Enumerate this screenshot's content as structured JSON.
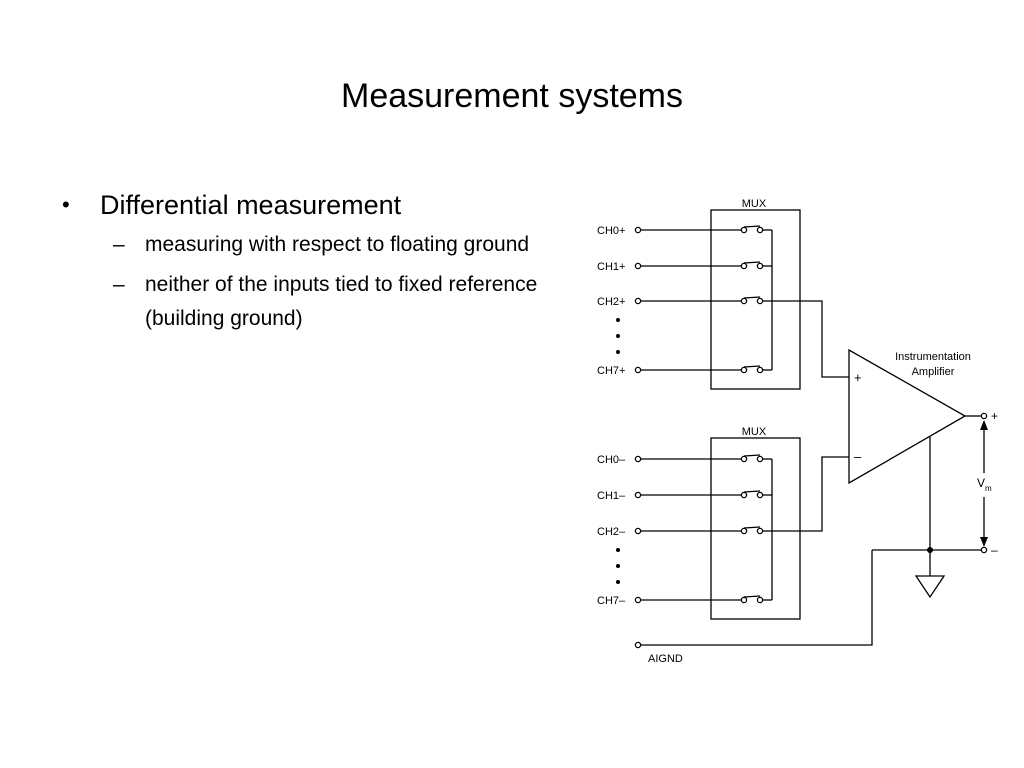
{
  "slide": {
    "title": "Measurement systems",
    "bullet": "Differential measurement",
    "sub_bullets": [
      "measuring with respect to floating ground",
      "neither of the inputs tied to fixed reference (building ground)"
    ]
  },
  "diagram": {
    "mux_label": "MUX",
    "top_channels": [
      "CH0+",
      "CH1+",
      "CH2+",
      "CH7+"
    ],
    "bottom_channels": [
      "CH0–",
      "CH1–",
      "CH2–",
      "CH7–"
    ],
    "amplifier_line1": "Instrumentation",
    "amplifier_line2": "Amplifier",
    "plus_sign": "+",
    "minus_sign": "–",
    "output_plus": "+",
    "output_minus": "–",
    "vm_base": "V",
    "vm_sub": "m",
    "aignd_label": "AIGND"
  }
}
